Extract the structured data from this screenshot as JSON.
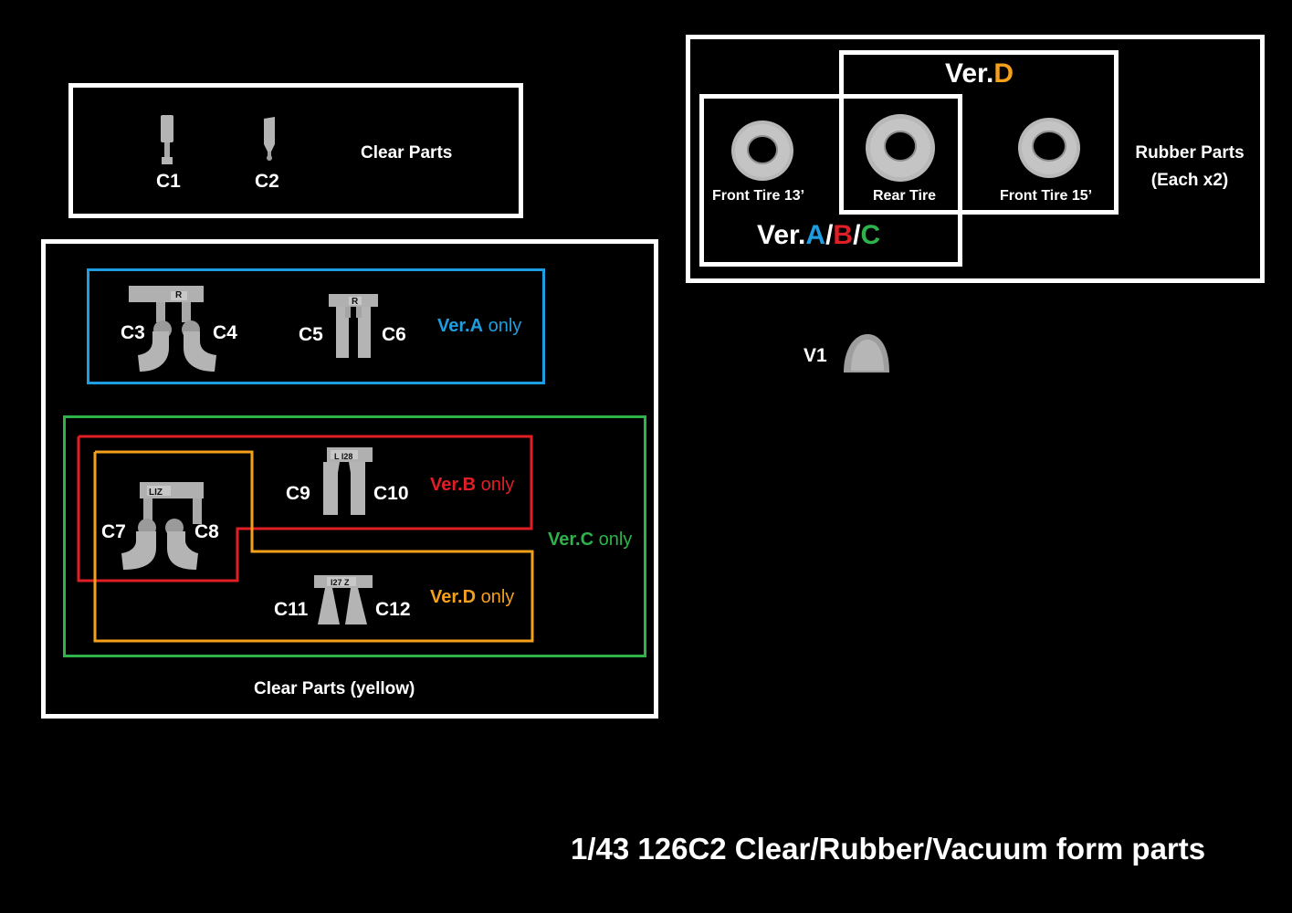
{
  "colors": {
    "background": "#000000",
    "frame": "#ffffff",
    "verA": "#1e9ee0",
    "verB": "#e01e25",
    "verC": "#2db34a",
    "verD": "#f5a01a",
    "part": "#b4b4b4"
  },
  "clear_top": {
    "title": "Clear Parts",
    "c1": "C1",
    "c2": "C2"
  },
  "clear_yellow": {
    "title": "Clear Parts (yellow)",
    "c3": "C3",
    "c4": "C4",
    "c5": "C5",
    "c6": "C6",
    "c7": "C7",
    "c8": "C8",
    "c9": "C9",
    "c10": "C10",
    "c11": "C11",
    "c12": "C12",
    "tag_r": "R",
    "tag_liz": "LIZ",
    "tag_l128": "L I28",
    "tag_127z": "I27 Z",
    "ver_a": {
      "prefix": "Ver.",
      "letter": "A",
      "suffix": " only"
    },
    "ver_b": {
      "prefix": "Ver.",
      "letter": "B",
      "suffix": " only"
    },
    "ver_c": {
      "prefix": "Ver.",
      "letter": "C",
      "suffix": " only"
    },
    "ver_d": {
      "prefix": "Ver.",
      "letter": "D",
      "suffix": " only"
    }
  },
  "rubber": {
    "title_line1": "Rubber Parts",
    "title_line2": "(Each x2)",
    "front13": "Front Tire 13’",
    "rear": "Rear Tire",
    "front15": "Front Tire 15’",
    "verd_prefix": "Ver.",
    "verd_letter": "D",
    "verabc_prefix": "Ver.",
    "verabc_a": "A",
    "verabc_sep1": "/",
    "verabc_b": "B",
    "verabc_sep2": "/",
    "verabc_c": "C"
  },
  "vacuum": {
    "v1": "V1"
  },
  "footer": {
    "title": "1/43 126C2 Clear/Rubber/Vacuum form parts"
  }
}
